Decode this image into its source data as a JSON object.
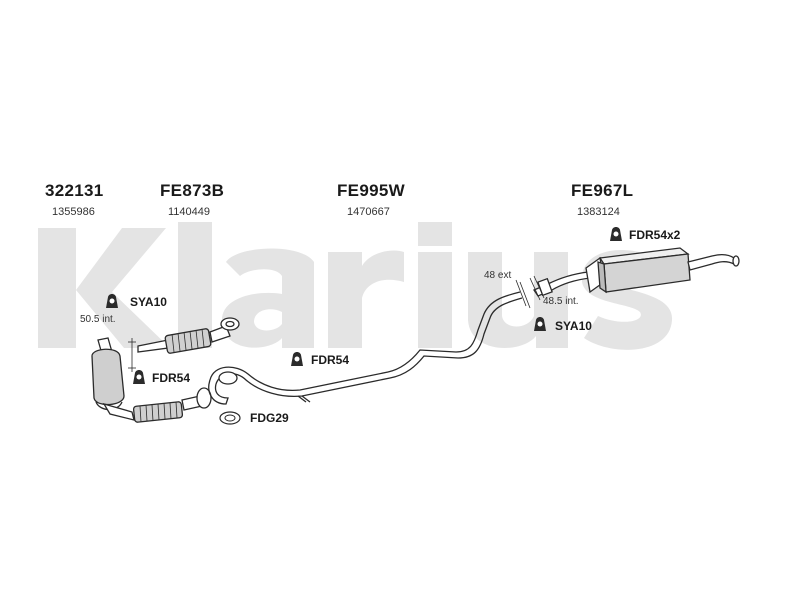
{
  "brand": {
    "name": "Klarius",
    "color": "#e3e3e3"
  },
  "colors": {
    "pipe": "#2b2b2b",
    "pipe_fill": "#d6d6d6",
    "text": "#1a1a1a"
  },
  "parts": [
    {
      "code": "322131",
      "number": "1355986"
    },
    {
      "code": "FE873B",
      "number": "1140449"
    },
    {
      "code": "FE995W",
      "number": "1470667"
    },
    {
      "code": "FE967L",
      "number": "1383124"
    }
  ],
  "fittings": {
    "sya10_front": "SYA10",
    "fdr54_front": "FDR54",
    "fdg29": "FDG29",
    "fdr54_mid": "FDR54",
    "fdr54x2": "FDR54x2",
    "sya10_rear": "SYA10"
  },
  "measurements": {
    "front_int": "50.5 int.",
    "rear_ext": "48 ext",
    "rear_int": "48.5 int."
  },
  "icons": [
    "rubber-mount-icon",
    "gasket-icon",
    "exhaust-pipe-icon",
    "rear-silencer-icon",
    "catalytic-converter-icon"
  ]
}
